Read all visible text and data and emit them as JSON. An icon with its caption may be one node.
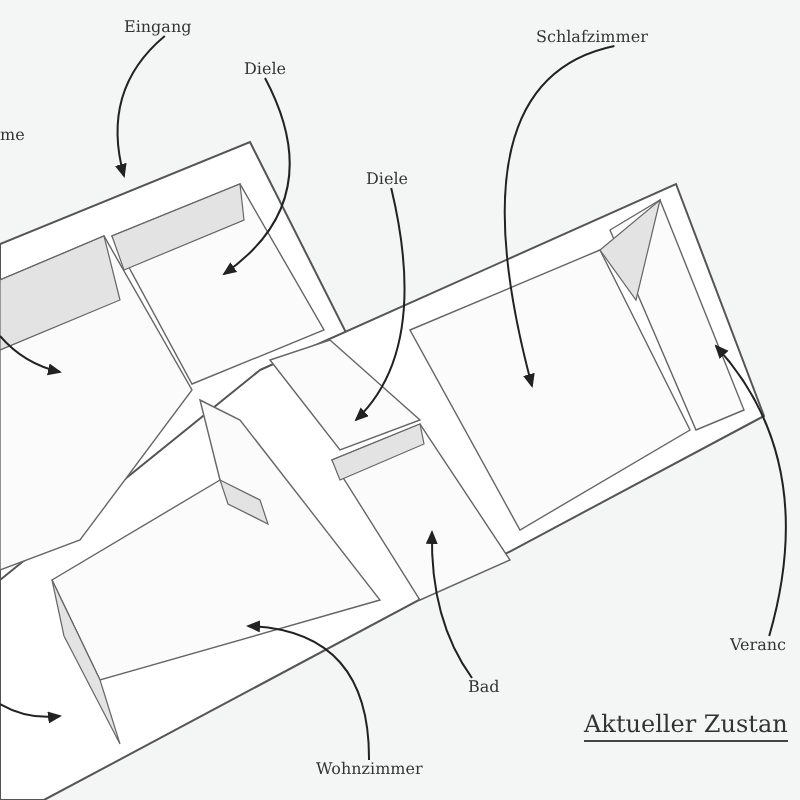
{
  "diagram": {
    "title": "Aktueller Zustan",
    "nodes": [
      {
        "text": [
          "Eingang"
        ]
      },
      {
        "text": [
          "Diele"
        ]
      },
      {
        "text": [
          "Diele"
        ]
      },
      {
        "text": [
          "Schlafzimmer"
        ]
      },
      {
        "text": [
          "Bad"
        ]
      },
      {
        "text": [
          "Wohnzimmer"
        ]
      },
      {
        "text": [
          "Veranc"
        ]
      }
    ],
    "edges": [
      {
        "from": 0,
        "to": null,
        "arrow": "to"
      },
      {
        "from": 1,
        "to": null,
        "arrow": "to"
      },
      {
        "from": 2,
        "to": null,
        "arrow": "to"
      },
      {
        "from": 3,
        "to": null,
        "arrow": "to"
      },
      {
        "from": 4,
        "to": null,
        "arrow": "to"
      },
      {
        "from": 5,
        "to": null,
        "arrow": "to"
      },
      {
        "from": 6,
        "to": null,
        "arrow": "to"
      }
    ],
    "labels": [
      "me"
    ]
  }
}
